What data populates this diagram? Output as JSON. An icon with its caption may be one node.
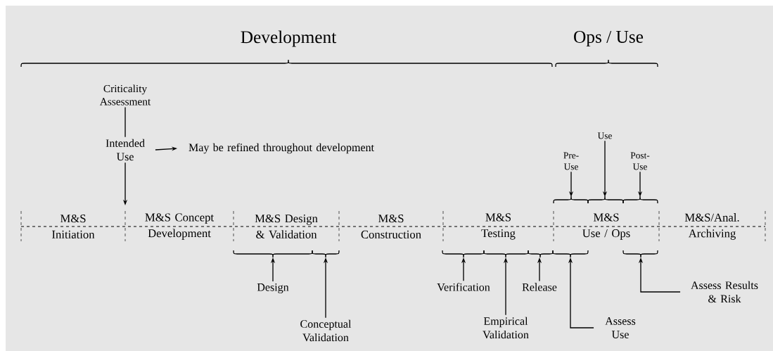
{
  "diagram": {
    "nodes": [
      {
        "text": [
          "Criticality Assessment"
        ]
      },
      {
        "text": [
          "Intended Use"
        ]
      },
      {
        "text": [
          "May be refined throughout development"
        ]
      },
      {
        "text": [
          "Pre-Use"
        ]
      },
      {
        "text": [
          "Use"
        ]
      },
      {
        "text": [
          "Post-Use"
        ]
      },
      {
        "text": [
          "M&S",
          "Initiation"
        ]
      },
      {
        "text": [
          "M&S Concept",
          "Development"
        ]
      },
      {
        "text": [
          "M&S Design",
          "& Validation"
        ]
      },
      {
        "text": [
          "M&S",
          "Construction"
        ]
      },
      {
        "text": [
          "M&S",
          "Testing"
        ]
      },
      {
        "text": [
          "M&S",
          "Use / Ops"
        ]
      },
      {
        "text": [
          "M&S/Anal.",
          "Archiving"
        ]
      },
      {
        "text": [
          "Design"
        ]
      },
      {
        "text": [
          "Conceptual Validation"
        ]
      },
      {
        "text": [
          "Verification"
        ]
      },
      {
        "text": [
          "Empirical Validation"
        ]
      },
      {
        "text": [
          "Release"
        ]
      },
      {
        "text": [
          "Assess Use"
        ]
      },
      {
        "text": [
          "Assess Results & Risk"
        ]
      }
    ],
    "edges": [
      {
        "from": 0,
        "to": 1,
        "arrow": "none"
      },
      {
        "from": 1,
        "to": 2,
        "arrow": "to"
      },
      {
        "from": 1,
        "to": null,
        "arrow": "to"
      },
      {
        "from": 3,
        "to": null,
        "arrow": "to"
      },
      {
        "from": 4,
        "to": null,
        "arrow": "to"
      },
      {
        "from": 5,
        "to": null,
        "arrow": "to"
      },
      {
        "from": 13,
        "to": null,
        "arrow": "to"
      },
      {
        "from": 14,
        "to": null,
        "arrow": "to"
      },
      {
        "from": 15,
        "to": null,
        "arrow": "to"
      },
      {
        "from": 16,
        "to": null,
        "arrow": "to"
      },
      {
        "from": 17,
        "to": null,
        "arrow": "to"
      },
      {
        "from": 18,
        "to": null,
        "arrow": "to"
      },
      {
        "from": 19,
        "to": null,
        "arrow": "to"
      }
    ],
    "labels": [
      "Development",
      "Ops / Use"
    ]
  }
}
